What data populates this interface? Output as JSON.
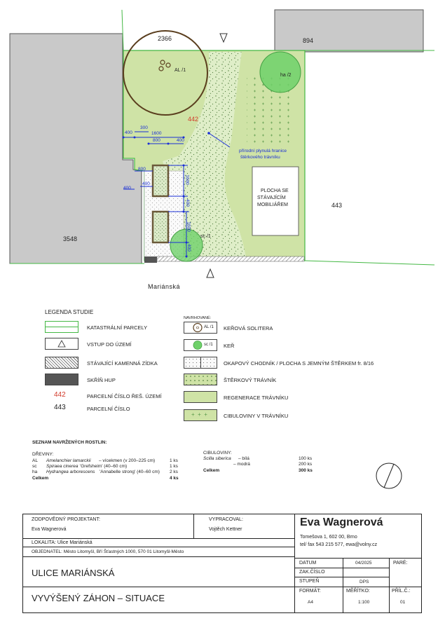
{
  "plan": {
    "parcels": {
      "p2366": "2366",
      "p894": "894",
      "p442": "442",
      "p443": "443",
      "p3548": "3548"
    },
    "street": "Mariánská",
    "labels": {
      "al1": "AL /1",
      "ha2": "ha /2",
      "sc1": "sc /1",
      "gravel_note_1": "přírodní plynulá hranice",
      "gravel_note_2": "štěrkového trávníku",
      "furniture_1": "PLOCHA SE",
      "furniture_2": "STÁVAJÍCÍM",
      "furniture_3": "MOBILIÁŘEM"
    },
    "dims": {
      "d400a": "400",
      "d300": "300",
      "d1600": "1600",
      "d800a": "800",
      "d400b": "400",
      "d800b": "800",
      "d400c": "400",
      "d400d": "400",
      "d1600v": "1600",
      "d400v": "400",
      "d1600v2": "1600",
      "d400v2": "400"
    },
    "colors": {
      "lawn": "#cfe3a6",
      "gravel_lawn": "#dfeec8",
      "cadastral": "#44b844",
      "dim": "#1a2fd6",
      "parcel_red": "#d23a2a",
      "neighbor": "#c9c9c9",
      "shrub": "#6fd16a"
    }
  },
  "legend": {
    "title": "LEGENDA STUDIE",
    "proposed_label": "NAVRHOVANÉ:",
    "left": [
      {
        "label": "KATASTRÁLNÍ PARCELY"
      },
      {
        "label": "VSTUP DO ÚZEMÍ"
      },
      {
        "label": "STÁVAJÍCÍ KAMENNÁ ZÍDKA"
      },
      {
        "label": "SKŘÍŇ HUP"
      },
      {
        "label": "PARCELNÍ ČÍSLO ŘEŠ. ÚZEMÍ",
        "sample": "442"
      },
      {
        "label": "PARCELNÍ ČÍSLO",
        "sample": "443"
      }
    ],
    "right": [
      {
        "label": "KEŘOVÁ SOLITERA",
        "sample": "AL /1"
      },
      {
        "label": "KEŘ",
        "sample": "sc /1"
      },
      {
        "label": "OKAPOVÝ CHODNÍK / PLOCHA S JEMNÝM ŠTĚRKEM fr. 8/16"
      },
      {
        "label": "ŠTĚRKOVÝ TRÁVNÍK"
      },
      {
        "label": "REGENERACE TRÁVNÍKU"
      },
      {
        "label": "CIBULOVINY V TRÁVNÍKU"
      }
    ]
  },
  "plants": {
    "title": "SEZNAM NAVRŽENÝCH ROSTLIN:",
    "woody_title": "DŘEVINY:",
    "woody": [
      {
        "code": "AL",
        "name": "Amelanchier lamarckii",
        "desc": "– vícekmen (v 200–225 cm)",
        "qty": "1 ks"
      },
      {
        "code": "sc",
        "name": "Spiraea cinerea",
        "desc": "'Grefsheim' (40–60 cm)",
        "qty": "1 ks"
      },
      {
        "code": "ha",
        "name": "Hydrangea arborescens",
        "desc": "'Annabelle strong' (40–60 cm)",
        "qty": "2 ks"
      }
    ],
    "woody_total_label": "Celkem",
    "woody_total": "4 ks",
    "bulbs_title": "CIBULOVINY:",
    "bulbs": [
      {
        "name": "Scilla siberica",
        "desc": "– bílá",
        "qty": "100 ks"
      },
      {
        "name": "",
        "desc": "– modrá",
        "qty": "200 ks"
      }
    ],
    "bulbs_total_label": "Celkem",
    "bulbs_total": "300 ks"
  },
  "titleblock": {
    "designer_label": "ZODPOVĚDNÝ PROJEKTANT:",
    "designer": "Eva Wagnerová",
    "drawn_label": "VYPRACOVAL:",
    "drawn": "Vojtěch Kettner",
    "location": "LOKALITA: Ulice Mariánská",
    "client": "OBJEDNATEL: Město Litomyšl, Bří Šťastných 1000, 570 01 Litomyšl-Město",
    "firm_name": "Eva Wagnerová",
    "firm_addr": "Tomešova 1, 602 00, Brno",
    "firm_contact": "tel/ fax 543 215 577, ewa@volny.cz",
    "project": "ULICE MARIÁNSKÁ",
    "drawing": "VYVÝŠENÝ ZÁHON – SITUACE",
    "date_label": "DATUM",
    "date": "04/2025",
    "pare_label": "PARÉ:",
    "zak_label": "ZAK.ČÍSLO",
    "zak": "",
    "stage_label": "STUPEŇ",
    "stage": "DPS",
    "format_label": "FORMÁT:",
    "format": "A4",
    "scale_label": "MĚŘÍTKO:",
    "scale": "1:100",
    "annex_label": "PŘÍL.Č.:",
    "annex": "01"
  }
}
